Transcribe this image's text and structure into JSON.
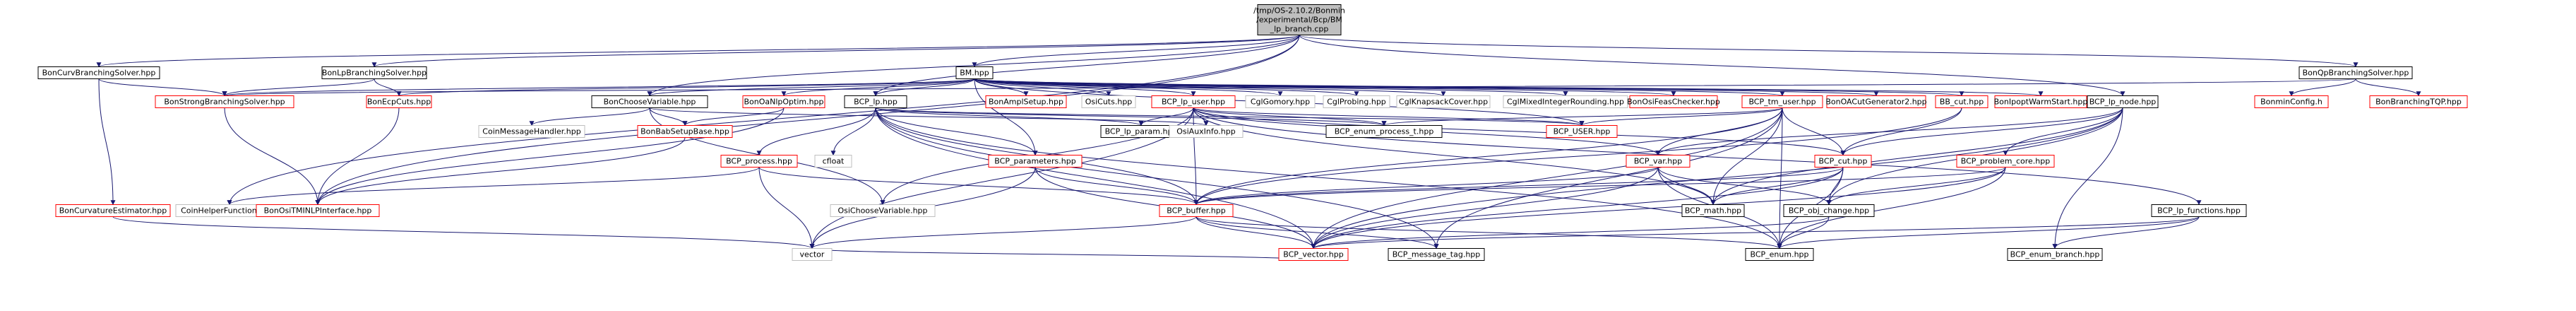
{
  "diagram": {
    "colors": {
      "root_fill": "#bfbfbf",
      "normal": "#000000",
      "link": "#ff0000",
      "edge": "#191970"
    },
    "nodes": [
      {
        "id": "root",
        "lines": [
          "/tmp/OS-2.10.2/Bonmin",
          "/experimental/Bcp/BM",
          "_lp_branch.cpp"
        ],
        "kind": "root"
      },
      {
        "id": "conv",
        "lines": [
          "BonCurvBranchingSolver.hpp"
        ],
        "kind": "normal"
      },
      {
        "id": "lpbs",
        "lines": [
          "BonLpBranchingSolver.hpp"
        ],
        "kind": "normal"
      },
      {
        "id": "bm",
        "lines": [
          "BM.hpp"
        ],
        "kind": "normal"
      },
      {
        "id": "qpbs",
        "lines": [
          "BonQpBranchingSolver.hpp"
        ],
        "kind": "normal"
      },
      {
        "id": "strong",
        "lines": [
          "BonStrongBranchingSolver.hpp"
        ],
        "kind": "link"
      },
      {
        "id": "ecp",
        "lines": [
          "BonEcpCuts.hpp"
        ],
        "kind": "link"
      },
      {
        "id": "choose",
        "lines": [
          "BonChooseVariable.hpp"
        ],
        "kind": "normal"
      },
      {
        "id": "nlpoptim",
        "lines": [
          "BonOaNlpOptim.hpp"
        ],
        "kind": "link"
      },
      {
        "id": "bcplp",
        "lines": [
          "BCP_lp.hpp"
        ],
        "kind": "normal"
      },
      {
        "id": "ampl",
        "lines": [
          "BonAmplSetup.hpp"
        ],
        "kind": "link"
      },
      {
        "id": "osicuts",
        "lines": [
          "OsiCuts.hpp"
        ],
        "kind": "gray"
      },
      {
        "id": "lpuser",
        "lines": [
          "BCP_lp_user.hpp"
        ],
        "kind": "link"
      },
      {
        "id": "gomory",
        "lines": [
          "CglGomory.hpp"
        ],
        "kind": "gray"
      },
      {
        "id": "probing",
        "lines": [
          "CglProbing.hpp"
        ],
        "kind": "gray"
      },
      {
        "id": "knap",
        "lines": [
          "CglKnapsackCover.hpp"
        ],
        "kind": "gray"
      },
      {
        "id": "mir",
        "lines": [
          "CglMixedIntegerRounding.hpp"
        ],
        "kind": "gray"
      },
      {
        "id": "feas",
        "lines": [
          "BonOsiFeasChecker.hpp"
        ],
        "kind": "link"
      },
      {
        "id": "tmuser",
        "lines": [
          "BCP_tm_user.hpp"
        ],
        "kind": "link"
      },
      {
        "id": "oacut",
        "lines": [
          "BonOACutGenerator2.hpp"
        ],
        "kind": "link"
      },
      {
        "id": "bbcut",
        "lines": [
          "BB_cut.hpp"
        ],
        "kind": "link"
      },
      {
        "id": "warm",
        "lines": [
          "BonIpoptWarmStart.hpp"
        ],
        "kind": "link"
      },
      {
        "id": "lpnode",
        "lines": [
          "BCP_lp_node.hpp"
        ],
        "kind": "normal"
      },
      {
        "id": "config",
        "lines": [
          "BonminConfig.h"
        ],
        "kind": "link"
      },
      {
        "id": "branchtqp",
        "lines": [
          "BonBranchingTQP.hpp"
        ],
        "kind": "link"
      },
      {
        "id": "coinmsg",
        "lines": [
          "CoinMessageHandler.hpp"
        ],
        "kind": "gray"
      },
      {
        "id": "babsetup",
        "lines": [
          "BonBabSetupBase.hpp"
        ],
        "kind": "link"
      },
      {
        "id": "process",
        "lines": [
          "BCP_process.hpp"
        ],
        "kind": "link"
      },
      {
        "id": "cfloat",
        "lines": [
          "cfloat"
        ],
        "kind": "gray"
      },
      {
        "id": "params",
        "lines": [
          "BCP_parameters.hpp"
        ],
        "kind": "link"
      },
      {
        "id": "lpparam",
        "lines": [
          "BCP_lp_param.hpp"
        ],
        "kind": "normal"
      },
      {
        "id": "osiaux",
        "lines": [
          "OsiAuxInfo.hpp"
        ],
        "kind": "gray"
      },
      {
        "id": "enumproc",
        "lines": [
          "BCP_enum_process_t.hpp"
        ],
        "kind": "normal"
      },
      {
        "id": "bcpuser",
        "lines": [
          "BCP_USER.hpp"
        ],
        "kind": "link"
      },
      {
        "id": "var",
        "lines": [
          "BCP_var.hpp"
        ],
        "kind": "link"
      },
      {
        "id": "cut",
        "lines": [
          "BCP_cut.hpp"
        ],
        "kind": "link"
      },
      {
        "id": "probcore",
        "lines": [
          "BCP_problem_core.hpp"
        ],
        "kind": "link"
      },
      {
        "id": "curvest",
        "lines": [
          "BonCurvatureEstimator.hpp"
        ],
        "kind": "link"
      },
      {
        "id": "coinhelp",
        "lines": [
          "CoinHelperFunctions.hpp"
        ],
        "kind": "gray"
      },
      {
        "id": "ositm",
        "lines": [
          "BonOsiTMINLPInterface.hpp"
        ],
        "kind": "link"
      },
      {
        "id": "osichoose",
        "lines": [
          "OsiChooseVariable.hpp"
        ],
        "kind": "gray"
      },
      {
        "id": "buffer",
        "lines": [
          "BCP_buffer.hpp"
        ],
        "kind": "link"
      },
      {
        "id": "math",
        "lines": [
          "BCP_math.hpp"
        ],
        "kind": "normal"
      },
      {
        "id": "objchange",
        "lines": [
          "BCP_obj_change.hpp"
        ],
        "kind": "normal"
      },
      {
        "id": "lpfunc",
        "lines": [
          "BCP_lp_functions.hpp"
        ],
        "kind": "normal"
      },
      {
        "id": "vectorstd",
        "lines": [
          "vector"
        ],
        "kind": "gray"
      },
      {
        "id": "bcpvector",
        "lines": [
          "BCP_vector.hpp"
        ],
        "kind": "link"
      },
      {
        "id": "msgtag",
        "lines": [
          "BCP_message_tag.hpp"
        ],
        "kind": "normal"
      },
      {
        "id": "bcpenum",
        "lines": [
          "BCP_enum.hpp"
        ],
        "kind": "normal"
      },
      {
        "id": "enumbranch",
        "lines": [
          "BCP_enum_branch.hpp"
        ],
        "kind": "normal"
      }
    ],
    "edges": [
      [
        "root",
        "conv"
      ],
      [
        "root",
        "lpbs"
      ],
      [
        "root",
        "bm"
      ],
      [
        "root",
        "qpbs"
      ],
      [
        "root",
        "choose"
      ],
      [
        "root",
        "bcplp"
      ],
      [
        "root",
        "ositm"
      ],
      [
        "root",
        "coinhelp"
      ],
      [
        "root",
        "lpnode"
      ],
      [
        "conv",
        "strong"
      ],
      [
        "conv",
        "curvest"
      ],
      [
        "lpbs",
        "strong"
      ],
      [
        "lpbs",
        "ecp"
      ],
      [
        "qpbs",
        "strong"
      ],
      [
        "qpbs",
        "config"
      ],
      [
        "qpbs",
        "branchtqp"
      ],
      [
        "bm",
        "strong"
      ],
      [
        "bm",
        "ecp"
      ],
      [
        "bm",
        "choose"
      ],
      [
        "bm",
        "nlpoptim"
      ],
      [
        "bm",
        "bcplp"
      ],
      [
        "bm",
        "ampl"
      ],
      [
        "bm",
        "osicuts"
      ],
      [
        "bm",
        "lpuser"
      ],
      [
        "bm",
        "gomory"
      ],
      [
        "bm",
        "probing"
      ],
      [
        "bm",
        "knap"
      ],
      [
        "bm",
        "mir"
      ],
      [
        "bm",
        "feas"
      ],
      [
        "bm",
        "tmuser"
      ],
      [
        "bm",
        "oacut"
      ],
      [
        "bm",
        "bbcut"
      ],
      [
        "bm",
        "warm"
      ],
      [
        "bm",
        "params"
      ],
      [
        "bm",
        "bcpuser"
      ],
      [
        "strong",
        "ositm"
      ],
      [
        "ecp",
        "ositm"
      ],
      [
        "choose",
        "coinmsg"
      ],
      [
        "choose",
        "babsetup"
      ],
      [
        "choose",
        "osichoose"
      ],
      [
        "choose",
        "osiaux"
      ],
      [
        "nlpoptim",
        "babsetup"
      ],
      [
        "nlpoptim",
        "ositm"
      ],
      [
        "babsetup",
        "ositm"
      ],
      [
        "bcplp",
        "process"
      ],
      [
        "bcplp",
        "cfloat"
      ],
      [
        "bcplp",
        "params"
      ],
      [
        "bcplp",
        "lpparam"
      ],
      [
        "bcplp",
        "enumproc"
      ],
      [
        "bcplp",
        "buffer"
      ],
      [
        "bcplp",
        "bcpvector"
      ],
      [
        "bcplp",
        "msgtag"
      ],
      [
        "bcplp",
        "bcpenum"
      ],
      [
        "bcplp",
        "bcpuser"
      ],
      [
        "process",
        "coinhelp"
      ],
      [
        "process",
        "vectorstd"
      ],
      [
        "process",
        "buffer"
      ],
      [
        "params",
        "buffer"
      ],
      [
        "params",
        "vectorstd"
      ],
      [
        "params",
        "bcpvector"
      ],
      [
        "lpuser",
        "osiaux"
      ],
      [
        "lpuser",
        "lpparam"
      ],
      [
        "lpuser",
        "enumproc"
      ],
      [
        "lpuser",
        "bcpuser"
      ],
      [
        "lpuser",
        "var"
      ],
      [
        "lpuser",
        "cut"
      ],
      [
        "lpuser",
        "buffer"
      ],
      [
        "lpuser",
        "vectorstd"
      ],
      [
        "lpuser",
        "osichoose"
      ],
      [
        "lpuser",
        "lpfunc"
      ],
      [
        "lpuser",
        "math"
      ],
      [
        "tmuser",
        "bcpuser"
      ],
      [
        "tmuser",
        "var"
      ],
      [
        "tmuser",
        "cut"
      ],
      [
        "tmuser",
        "buffer"
      ],
      [
        "tmuser",
        "math"
      ],
      [
        "tmuser",
        "bcpvector"
      ],
      [
        "tmuser",
        "enumproc"
      ],
      [
        "tmuser",
        "msgtag"
      ],
      [
        "tmuser",
        "bcpenum"
      ],
      [
        "bbcut",
        "cut"
      ],
      [
        "bbcut",
        "buffer"
      ],
      [
        "lpnode",
        "var"
      ],
      [
        "lpnode",
        "cut"
      ],
      [
        "lpnode",
        "probcore"
      ],
      [
        "lpnode",
        "objchange"
      ],
      [
        "lpnode",
        "enumbranch"
      ],
      [
        "lpnode",
        "bcpvector"
      ],
      [
        "lpnode",
        "math"
      ],
      [
        "var",
        "math"
      ],
      [
        "var",
        "objchange"
      ],
      [
        "var",
        "bcpvector"
      ],
      [
        "var",
        "bcpenum"
      ],
      [
        "var",
        "buffer"
      ],
      [
        "cut",
        "math"
      ],
      [
        "cut",
        "objchange"
      ],
      [
        "cut",
        "bcpvector"
      ],
      [
        "cut",
        "bcpenum"
      ],
      [
        "cut",
        "buffer"
      ],
      [
        "probcore",
        "objchange"
      ],
      [
        "probcore",
        "buffer"
      ],
      [
        "probcore",
        "bcpvector"
      ],
      [
        "probcore",
        "bcpenum"
      ],
      [
        "buffer",
        "vectorstd"
      ],
      [
        "buffer",
        "bcpvector"
      ],
      [
        "buffer",
        "msgtag"
      ],
      [
        "buffer",
        "bcpenum"
      ],
      [
        "objchange",
        "bcpvector"
      ],
      [
        "objchange",
        "bcpenum"
      ],
      [
        "lpfunc",
        "bcpvector"
      ],
      [
        "lpfunc",
        "bcpenum"
      ],
      [
        "lpfunc",
        "enumbranch"
      ],
      [
        "bcpvector",
        "vectorstd"
      ],
      [
        "curvest",
        "vectorstd"
      ]
    ]
  }
}
